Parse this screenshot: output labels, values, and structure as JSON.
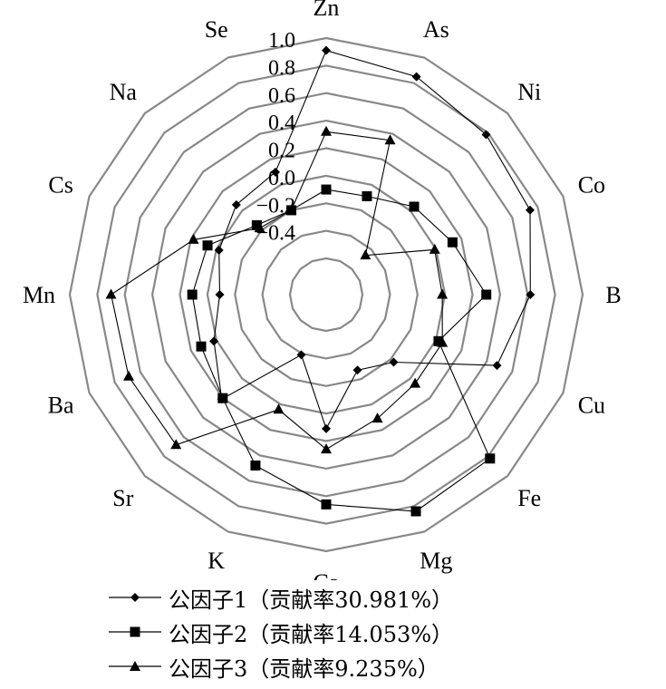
{
  "chart_data": {
    "type": "radar",
    "axes": [
      "Zn",
      "As",
      "Ni",
      "Co",
      "B",
      "Cu",
      "Fe",
      "Mg",
      "Ca",
      "K",
      "Sr",
      "Ba",
      "Mn",
      "Cs",
      "Na",
      "Se"
    ],
    "ticks": [
      "1.0",
      "0.8",
      "0.6",
      "0.4",
      "0.2",
      "0.0",
      "−0.2",
      "−0.4"
    ],
    "tick_values": [
      1.0,
      0.8,
      0.6,
      0.4,
      0.2,
      0.0,
      -0.2,
      -0.4
    ],
    "range": [
      -0.6,
      1.0
    ],
    "grid": true,
    "legend_position": "bottom",
    "series": [
      {
        "name": "公因子1（贡献率30.981%）",
        "marker": "diamond",
        "values": [
          0.91,
          0.85,
          0.78,
          0.74,
          0.62,
          0.48,
          -0.17,
          -0.27,
          0.11,
          -0.39,
          0.21,
          0.02,
          -0.09,
          -0.02,
          0.06,
          0.1
        ]
      },
      {
        "name": "公因子2（贡献率14.053%）",
        "marker": "square",
        "values": [
          -0.1,
          -0.09,
          0.04,
          0.13,
          0.3,
          0.02,
          0.82,
          0.84,
          0.66,
          0.48,
          0.2,
          0.12,
          0.11,
          0.07,
          -0.15,
          -0.2
        ]
      },
      {
        "name": "公因子3（贡献率9.235%）",
        "marker": "triangle",
        "values": [
          0.32,
          0.35,
          -0.46,
          -0.01,
          -0.02,
          0.05,
          0.05,
          0.11,
          0.26,
          0.04,
          0.68,
          0.69,
          0.7,
          0.18,
          -0.18,
          -0.2
        ]
      }
    ]
  }
}
